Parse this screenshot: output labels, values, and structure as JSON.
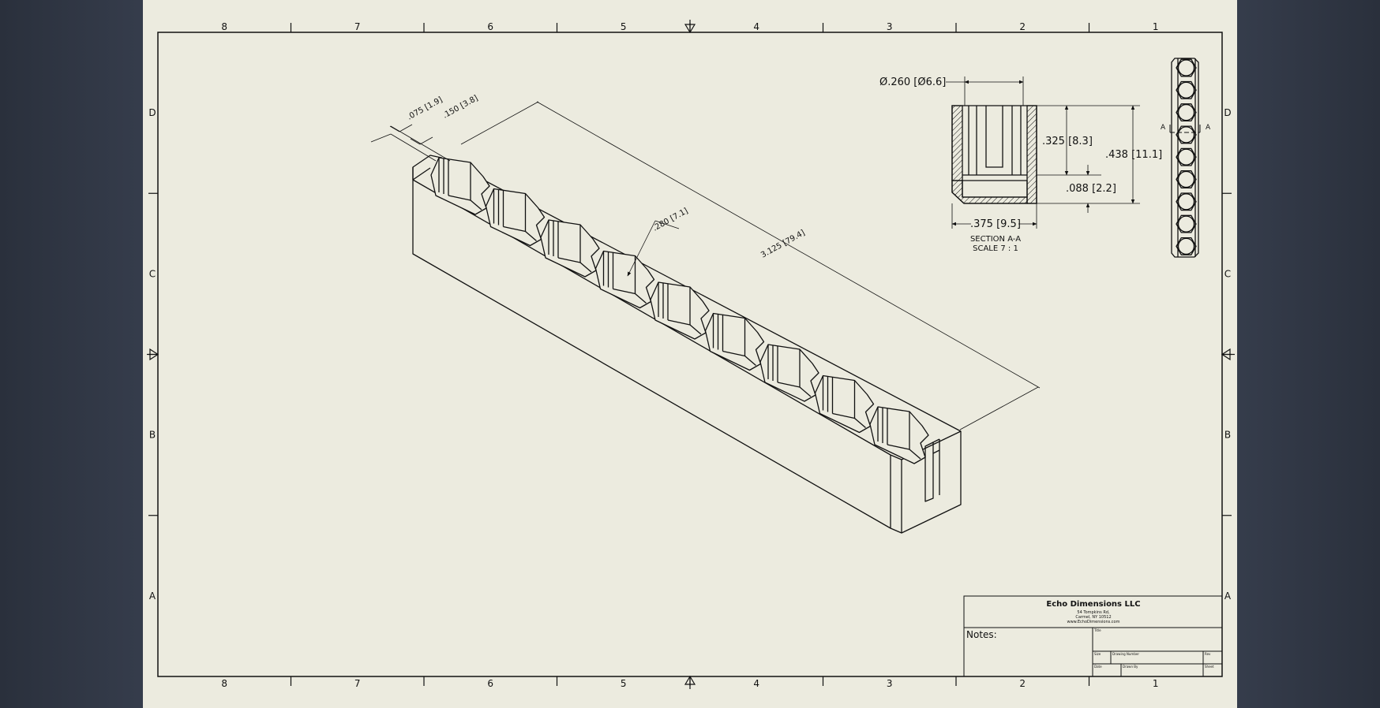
{
  "sheet": {
    "paper_color": "#ecebdf",
    "line_color": "#111111",
    "columns": [
      "8",
      "7",
      "6",
      "5",
      "4",
      "3",
      "2",
      "1"
    ],
    "rows": [
      "D",
      "C",
      "B",
      "A"
    ]
  },
  "iso_view": {
    "dim_width_small": ".075 [1.9]",
    "dim_width_large": ".150 [3.8]",
    "dim_slot_diag": ".280 [7.1]",
    "dim_overall_length": "3.125 [79.4]"
  },
  "section_view": {
    "dim_hole_dia": "Ø.260 [Ø6.6]",
    "dim_slot_depth": ".325 [8.3]",
    "dim_total_height": ".438 [11.1]",
    "dim_floor": ".088 [2.2]",
    "dim_width": ".375 [9.5]",
    "title": "SECTION A-A",
    "scale": "SCALE 7 : 1"
  },
  "top_view": {
    "section_mark_left": "A",
    "section_mark_right": "A",
    "hex_count": 9
  },
  "title_block": {
    "company": "Echo Dimensions LLC",
    "address_line1": "54 Tompkins Rd,",
    "address_line2": "Carmel, NY 10512",
    "website": "www.EchoDimensions.com",
    "notes_label": "Notes:",
    "title_label": "Title",
    "size_label": "Size",
    "drawing_number_label": "Drawing Number",
    "rev_label": "Rev",
    "date_label": "Date",
    "drawn_by_label": "Drawn By",
    "sheet_label": "Sheet"
  }
}
